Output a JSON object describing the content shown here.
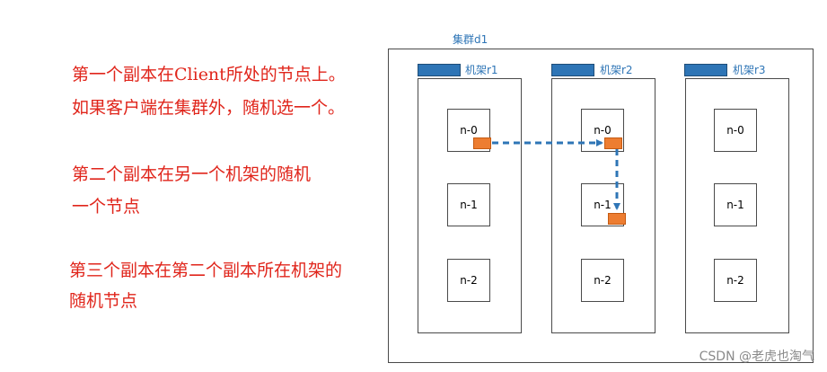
{
  "notes": [
    "第一个副本在Client所处的节点上。",
    "如果客户端在集群外，随机选一个。",
    "第二个副本在另一个机架的随机",
    "一个节点",
    "第三个副本在第二个副本所在机架的",
    "随机节点"
  ],
  "cluster": {
    "label": "集群d1"
  },
  "racks": [
    {
      "label": "机架r1",
      "nodes": [
        "n-0",
        "n-1",
        "n-2"
      ]
    },
    {
      "label": "机架r2",
      "nodes": [
        "n-0",
        "n-1",
        "n-2"
      ]
    },
    {
      "label": "机架r3",
      "nodes": [
        "n-0",
        "n-1",
        "n-2"
      ]
    }
  ],
  "colors": {
    "note_text": "#e0251b",
    "rack_tab": "#2e75b6",
    "replica": "#ed7d31",
    "arrow": "#2e75b6"
  },
  "watermark": "CSDN @老虎也淘气"
}
